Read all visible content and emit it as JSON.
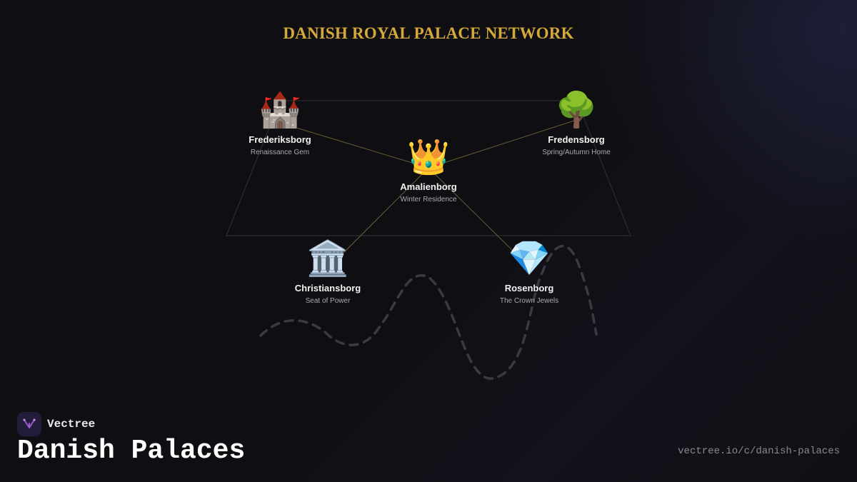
{
  "header": {
    "title": "DANISH ROYAL PALACE NETWORK"
  },
  "nodes": [
    {
      "id": "frederiksborg",
      "icon": "castle-icon",
      "emoji": "🏰",
      "name": "Frederiksborg",
      "subtitle": "Renaissance Gem"
    },
    {
      "id": "amalienborg",
      "icon": "crown-icon",
      "emoji": "👑",
      "name": "Amalienborg",
      "subtitle": "Winter Residence"
    },
    {
      "id": "fredensborg",
      "icon": "tree-icon",
      "emoji": "🌳",
      "name": "Fredensborg",
      "subtitle": "Spring/Autumn Home"
    },
    {
      "id": "christiansborg",
      "icon": "classical-building-icon",
      "emoji": "🏛️",
      "name": "Christiansborg",
      "subtitle": "Seat of Power"
    },
    {
      "id": "rosenborg",
      "icon": "gem-icon",
      "emoji": "💎",
      "name": "Rosenborg",
      "subtitle": "The Crown Jewels"
    }
  ],
  "edges": [
    [
      "frederiksborg",
      "amalienborg"
    ],
    [
      "amalienborg",
      "fredensborg"
    ],
    [
      "amalienborg",
      "christiansborg"
    ],
    [
      "amalienborg",
      "rosenborg"
    ]
  ],
  "footer": {
    "brand": "Vectree",
    "title": "Danish Palaces",
    "url": "vectree.io/c/danish-palaces"
  },
  "colors": {
    "background": "#0f0f13",
    "title": "#d4a93a",
    "edge": "#8a7440",
    "logo_bg": "#221c3a",
    "logo_mark": "#9b59d0"
  }
}
